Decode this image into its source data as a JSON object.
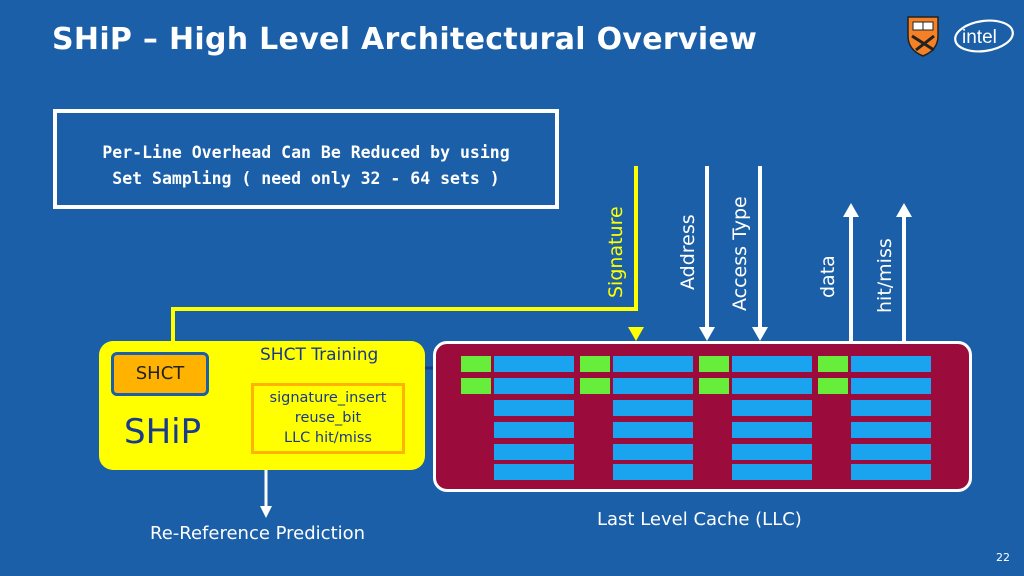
{
  "title": "SHiP – High Level Architectural Overview",
  "note": {
    "line1": "Per-Line Overhead Can Be Reduced by using",
    "line2": "Set Sampling ( need only 32 - 64 sets )"
  },
  "signals": {
    "signature": "Signature",
    "address": "Address",
    "access_type": "Access Type",
    "data": "data",
    "hit_miss": "hit/miss"
  },
  "ship": {
    "shct_label": "SHCT",
    "ship_label": "SHiP",
    "training_label": "SHCT Training",
    "training_items": [
      "signature_insert",
      "reuse_bit",
      "LLC hit/miss"
    ]
  },
  "llc_label": "Last Level Cache (LLC)",
  "prediction_label": "Re-Reference Prediction",
  "page_number": "22",
  "colors": {
    "background": "#1a5fa8",
    "ship_fill": "#ffff00",
    "shct_fill": "#ffb300",
    "llc_fill": "#9b0b3c",
    "cache_tag": "#66ee3a",
    "cache_block": "#1aa3ef"
  },
  "logos": [
    "princeton-shield-logo",
    "intel-logo"
  ]
}
